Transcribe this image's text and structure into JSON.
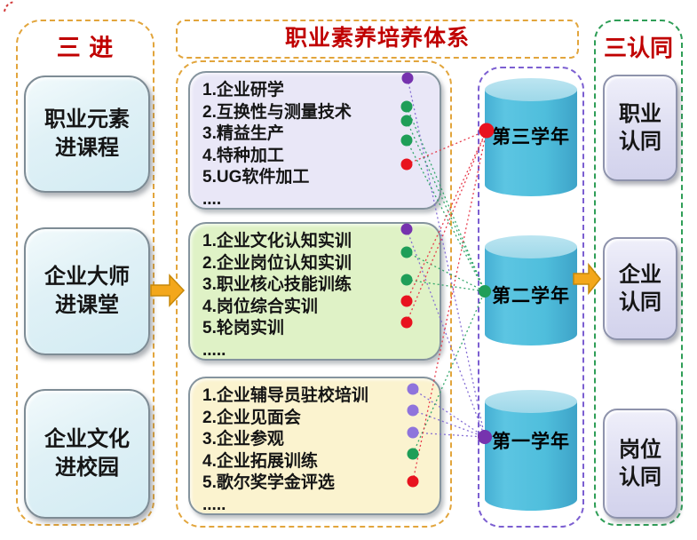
{
  "palette": {
    "title_red": "#C00000",
    "dashed_gold": "#E2A53C",
    "dashed_purple": "#7C5FD1",
    "dashed_green": "#2F9E57",
    "arrow_gold": "#F3A71B",
    "arrow_border": "#C6880A",
    "cylinder_blue": "#4FBEDC",
    "cylinder_top": "#A5DEED",
    "year_dot": {
      "year1": "#7633AE",
      "year2": "#1F9E58",
      "year3": "#E8131F"
    },
    "year_dot_light_purple": "#8F74DC",
    "year_line": {
      "year1": "#8068D2",
      "year2": "#2BA365",
      "year3": "#E63344"
    }
  },
  "left_panel": {
    "title": "三 进",
    "boxes": [
      {
        "line1": "职业元素",
        "line2": "进课程"
      },
      {
        "line1": "企业大师",
        "line2": "进课堂"
      },
      {
        "line1": "企业文化",
        "line2": "进校园"
      }
    ]
  },
  "center_panel": {
    "title": "职业素养培养体系",
    "boxes": [
      {
        "items": [
          {
            "text": "1.企业研学",
            "year": "year1"
          },
          {
            "text": "2.互换性与测量技术",
            "year": "year2"
          },
          {
            "text": "3.精益生产",
            "year": "year2"
          },
          {
            "text": "4.特种加工",
            "year": "year2"
          },
          {
            "text": "5.UG软件加工",
            "year": "year3"
          }
        ],
        "more": "...."
      },
      {
        "items": [
          {
            "text": "1.企业文化认知实训",
            "year": "year1"
          },
          {
            "text": "2.企业岗位认知实训",
            "year": "year2"
          },
          {
            "text": "3.职业核心技能训练",
            "year": "year2"
          },
          {
            "text": "4.岗位综合实训",
            "year": "year3"
          },
          {
            "text": "5.轮岗实训",
            "year": "year3"
          }
        ],
        "more": "....."
      },
      {
        "items": [
          {
            "text": "1.企业辅导员驻校培训",
            "year": "year1"
          },
          {
            "text": "2.企业见面会",
            "year": "year1"
          },
          {
            "text": "3.企业参观",
            "year": "year1"
          },
          {
            "text": "4.企业拓展训练",
            "year": "year2"
          },
          {
            "text": "5.歌尔奖学金评选",
            "year": "year3"
          }
        ],
        "more": "....."
      }
    ]
  },
  "years_panel": {
    "cylinders": [
      {
        "label": "第三学年",
        "year": "year3"
      },
      {
        "label": "第二学年",
        "year": "year2"
      },
      {
        "label": "第一学年",
        "year": "year1"
      }
    ]
  },
  "right_panel": {
    "title": "三认同",
    "boxes": [
      {
        "line1": "职业",
        "line2": "认同"
      },
      {
        "line1": "企业",
        "line2": "认同"
      },
      {
        "line1": "岗位",
        "line2": "认同"
      }
    ]
  }
}
